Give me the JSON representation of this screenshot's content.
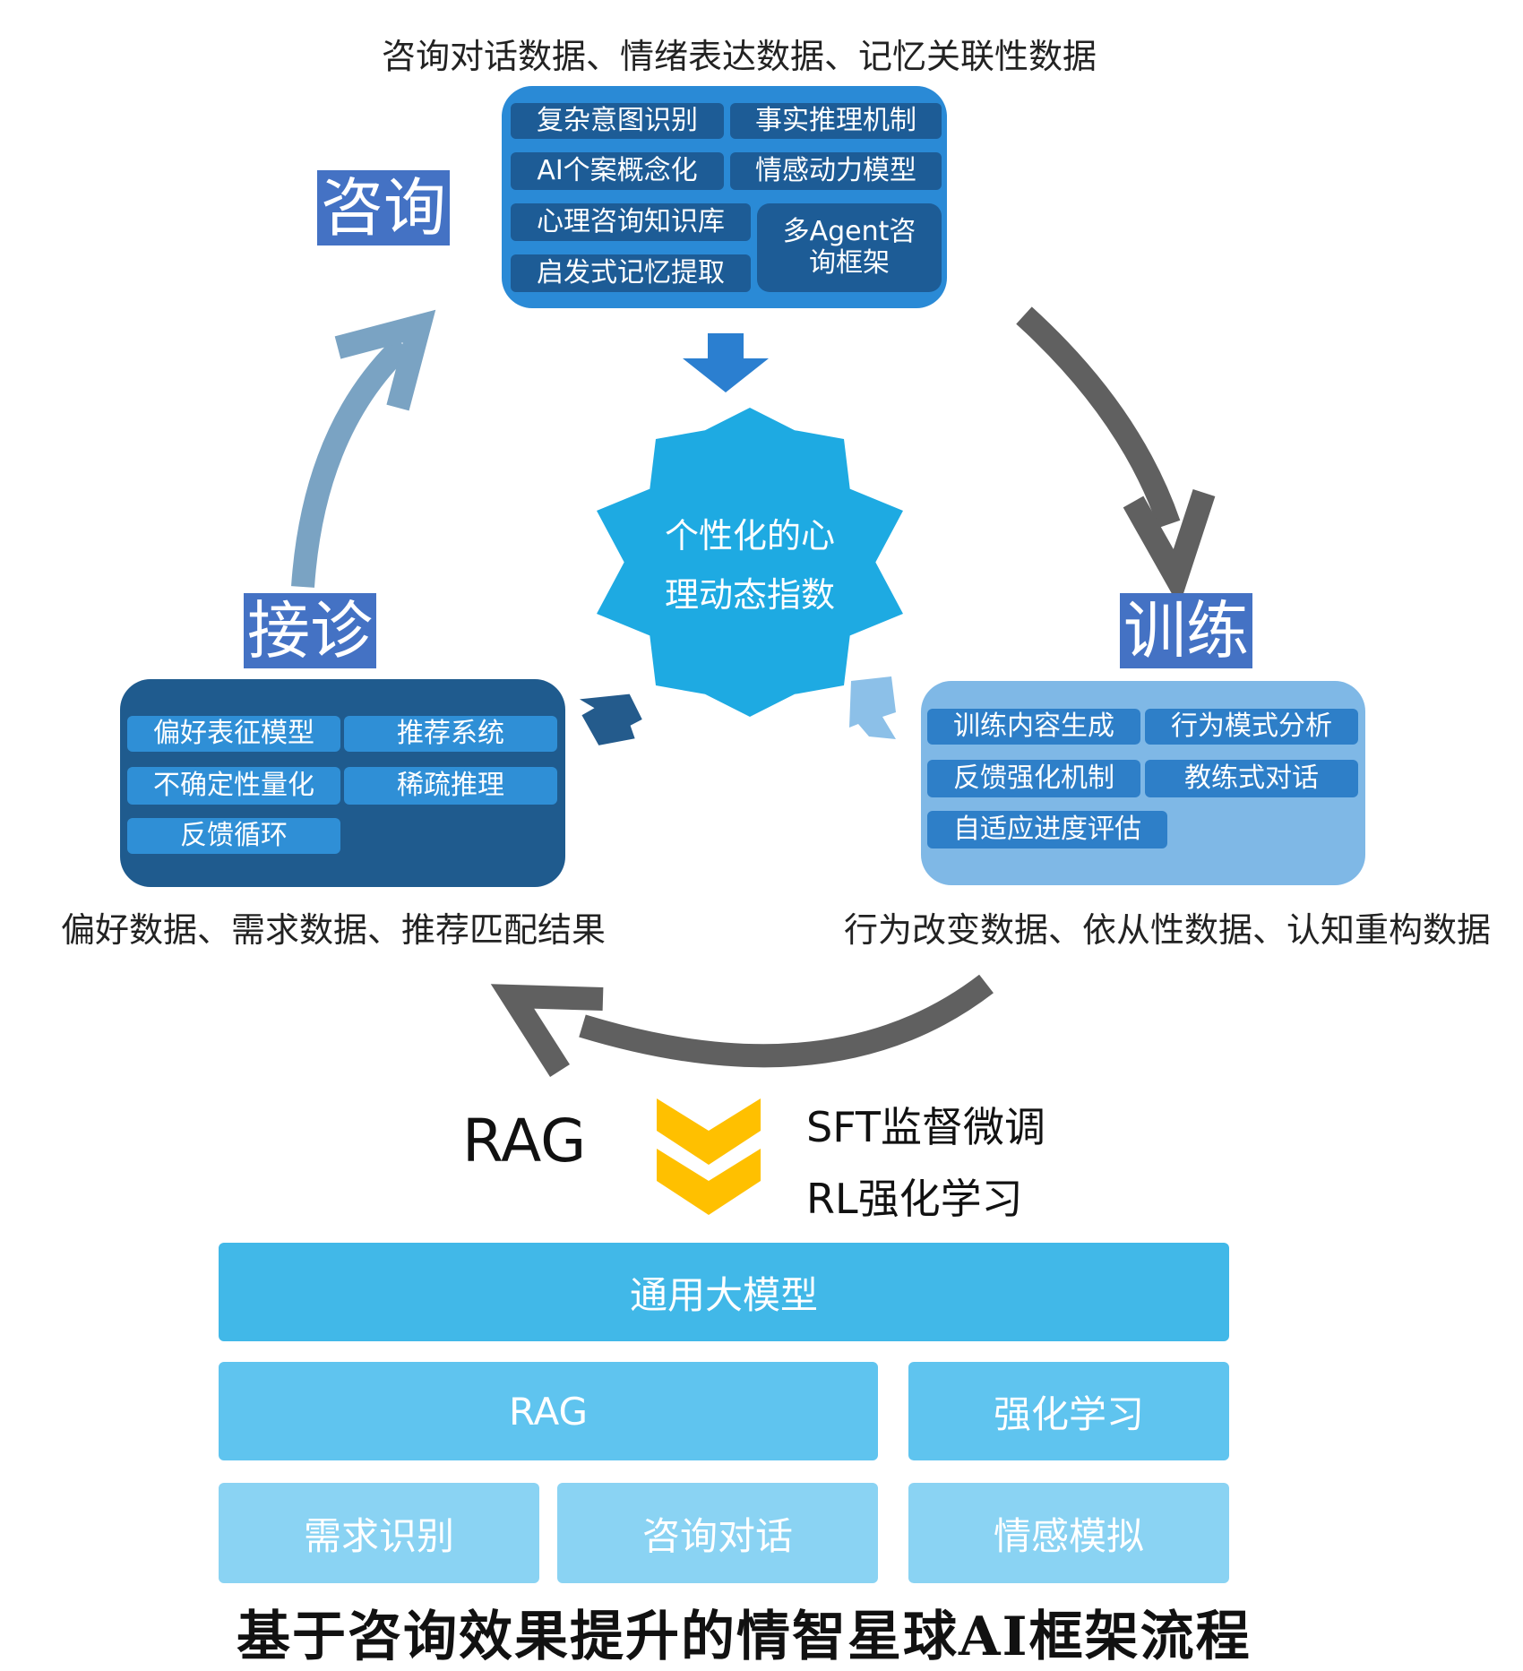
{
  "consult": {
    "label": "咨询",
    "data_caption": "咨询对话数据、情绪表达数据、记忆关联性数据",
    "items": [
      "复杂意图识别",
      "事实推理机制",
      "AI个案概念化",
      "情感动力模型",
      "心理咨询知识库",
      "启发式记忆提取",
      "多Agent咨询框架"
    ]
  },
  "intake": {
    "label": "接诊",
    "data_caption": "偏好数据、需求数据、推荐匹配结果",
    "items": [
      "偏好表征模型",
      "推荐系统",
      "不确定性量化",
      "稀疏推理",
      "反馈循环"
    ]
  },
  "training": {
    "label": "训练",
    "data_caption": "行为改变数据、依从性数据、认知重构数据",
    "items": [
      "训练内容生成",
      "行为模式分析",
      "反馈强化机制",
      "教练式对话",
      "自适应进度评估"
    ]
  },
  "center": {
    "line1": "个性化的心",
    "line2": "理动态指数"
  },
  "methods": {
    "left": "RAG",
    "right1": "SFT监督微调",
    "right2": "RL强化学习"
  },
  "stack": {
    "top": "通用大模型",
    "mid_left": "RAG",
    "mid_right": "强化学习",
    "bottom": [
      "需求识别",
      "咨询对话",
      "情感模拟"
    ]
  },
  "title": "基于咨询效果提升的情智星球AI框架流程",
  "colors": {
    "consult_panel": "#2a8ad6",
    "intake_panel": "#1f5b8e",
    "training_panel": "#7fb8e6",
    "star": "#1eaae2",
    "chevron": "#ffc000",
    "arrow_dark": "#606060",
    "arrow_light": "#7aa3c3",
    "label_bg": "#4472c4"
  }
}
